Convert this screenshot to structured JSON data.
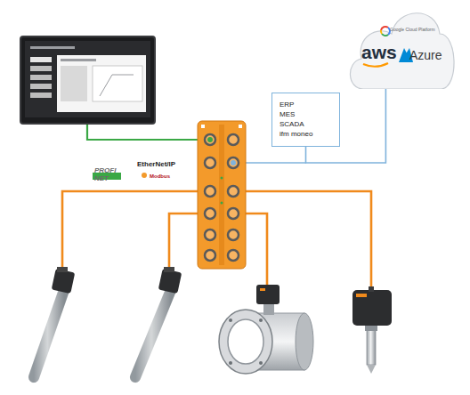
{
  "diagram": {
    "nodes": [
      {
        "text": [
          "PROFI NET",
          "EtherNet/IP",
          "Modbus"
        ]
      },
      {
        "text": [
          "ERP",
          "MES",
          "SCADA",
          "ifm moneo"
        ]
      },
      {
        "text": [
          "Google Cloud Platform",
          "aws",
          "Azure"
        ]
      }
    ],
    "edges": [
      {
        "from": 1,
        "to": 2,
        "arrow": "none"
      }
    ]
  }
}
